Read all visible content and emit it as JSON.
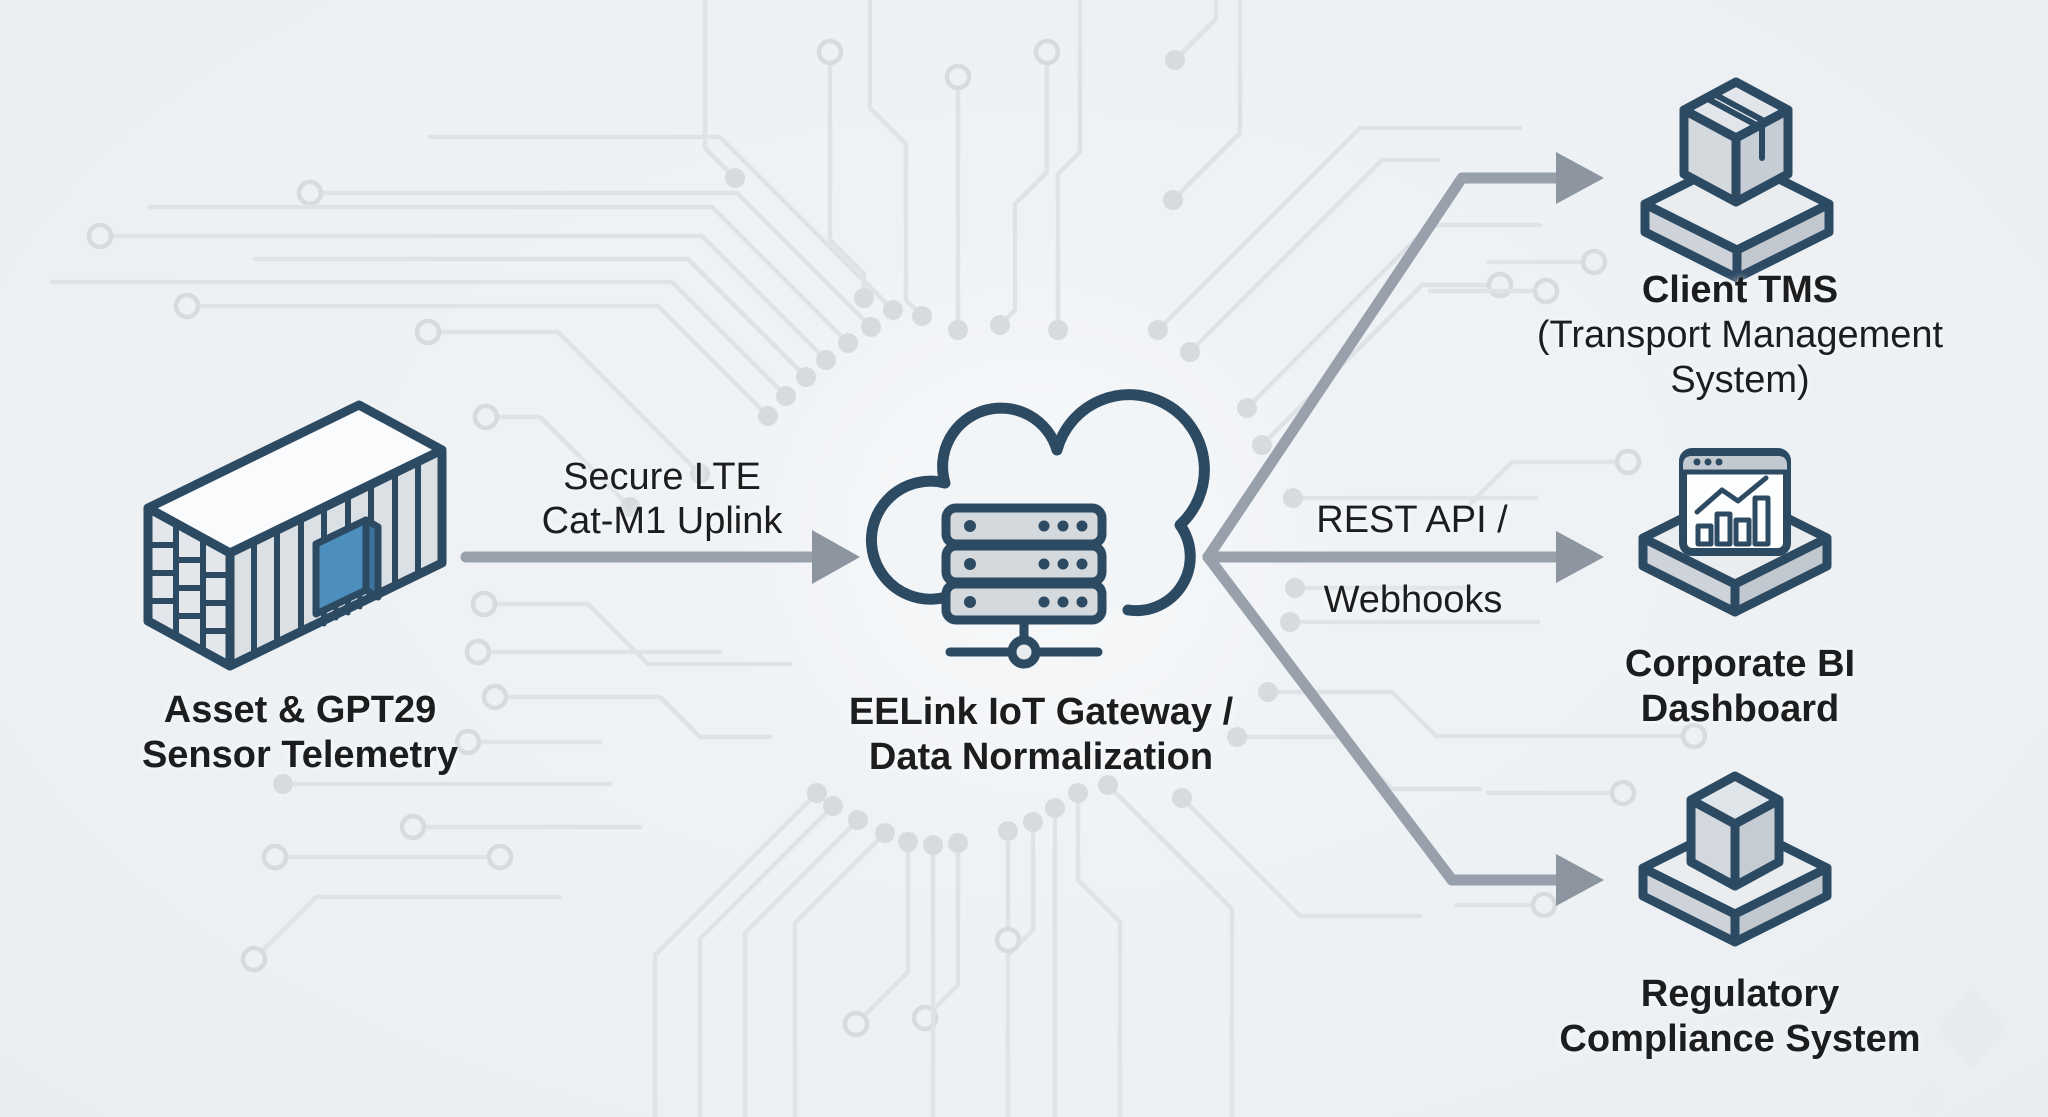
{
  "diagram": {
    "type": "flow-diagram",
    "background_color": "#edf1f4",
    "trace_color": "#dfe3e8",
    "icon_stroke_color": "#2d4a63",
    "arrow_color": "#98a1ab",
    "chip_color": "#4d8fbc",
    "text_color": "#1c1d1f",
    "nodes": [
      {
        "id": "asset",
        "icon": "shipping-container-icon",
        "label_lines": [
          "Asset & GPT29",
          "Sensor Telemetry"
        ]
      },
      {
        "id": "gateway",
        "icon": "cloud-server-icon",
        "label_lines": [
          "EELink IoT Gateway /",
          "Data Normalization"
        ]
      },
      {
        "id": "tms",
        "icon": "package-on-platform-icon",
        "title": "Client TMS",
        "subtitle_lines": [
          "(Transport Management",
          "System)"
        ]
      },
      {
        "id": "bi",
        "icon": "dashboard-on-platform-icon",
        "label_lines": [
          "Corporate BI",
          "Dashboard"
        ]
      },
      {
        "id": "compliance",
        "icon": "cube-on-platform-icon",
        "label_lines": [
          "Regulatory",
          "Compliance System"
        ]
      }
    ],
    "edges": [
      {
        "id": "uplink",
        "from": "asset",
        "to": "gateway",
        "label_lines": [
          "Secure LTE",
          "Cat-M1 Uplink"
        ]
      },
      {
        "id": "distribution",
        "from": "gateway",
        "to": [
          "tms",
          "bi",
          "compliance"
        ],
        "label_lines": [
          "REST API /",
          "Webhooks"
        ]
      }
    ]
  }
}
